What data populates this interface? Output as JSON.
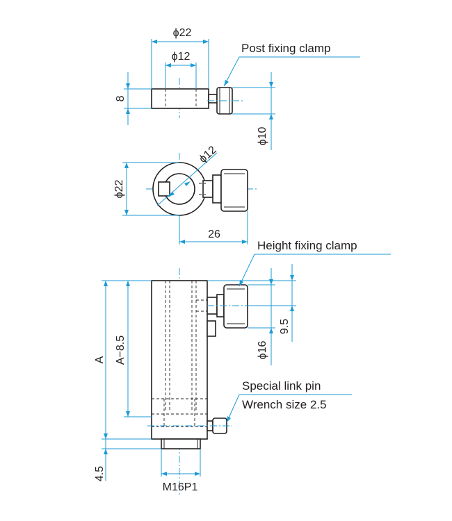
{
  "labels": {
    "post_fixing_clamp": "Post fixing clamp",
    "height_fixing_clamp": "Height fixing clamp",
    "special_link_pin": "Special link pin",
    "wrench_size": "Wrench size 2.5"
  },
  "dimensions": {
    "top_outer_dia": "ϕ22",
    "top_inner_dia": "ϕ12",
    "top_height": "8",
    "top_knob_dia": "ϕ10",
    "mid_bore_dia": "ϕ12",
    "mid_outer_dia": "ϕ22",
    "mid_reach": "26",
    "bottom_total": "A",
    "bottom_partial": "A−8.5",
    "bottom_knob_offset": "9.5",
    "bottom_knob_dia": "ϕ16",
    "bottom_stud_len": "4.5",
    "bottom_thread": "M16P1"
  },
  "colors": {
    "dimension_lines": "#1c9ad6",
    "part_outline": "#231f20",
    "text": "#231f20"
  }
}
